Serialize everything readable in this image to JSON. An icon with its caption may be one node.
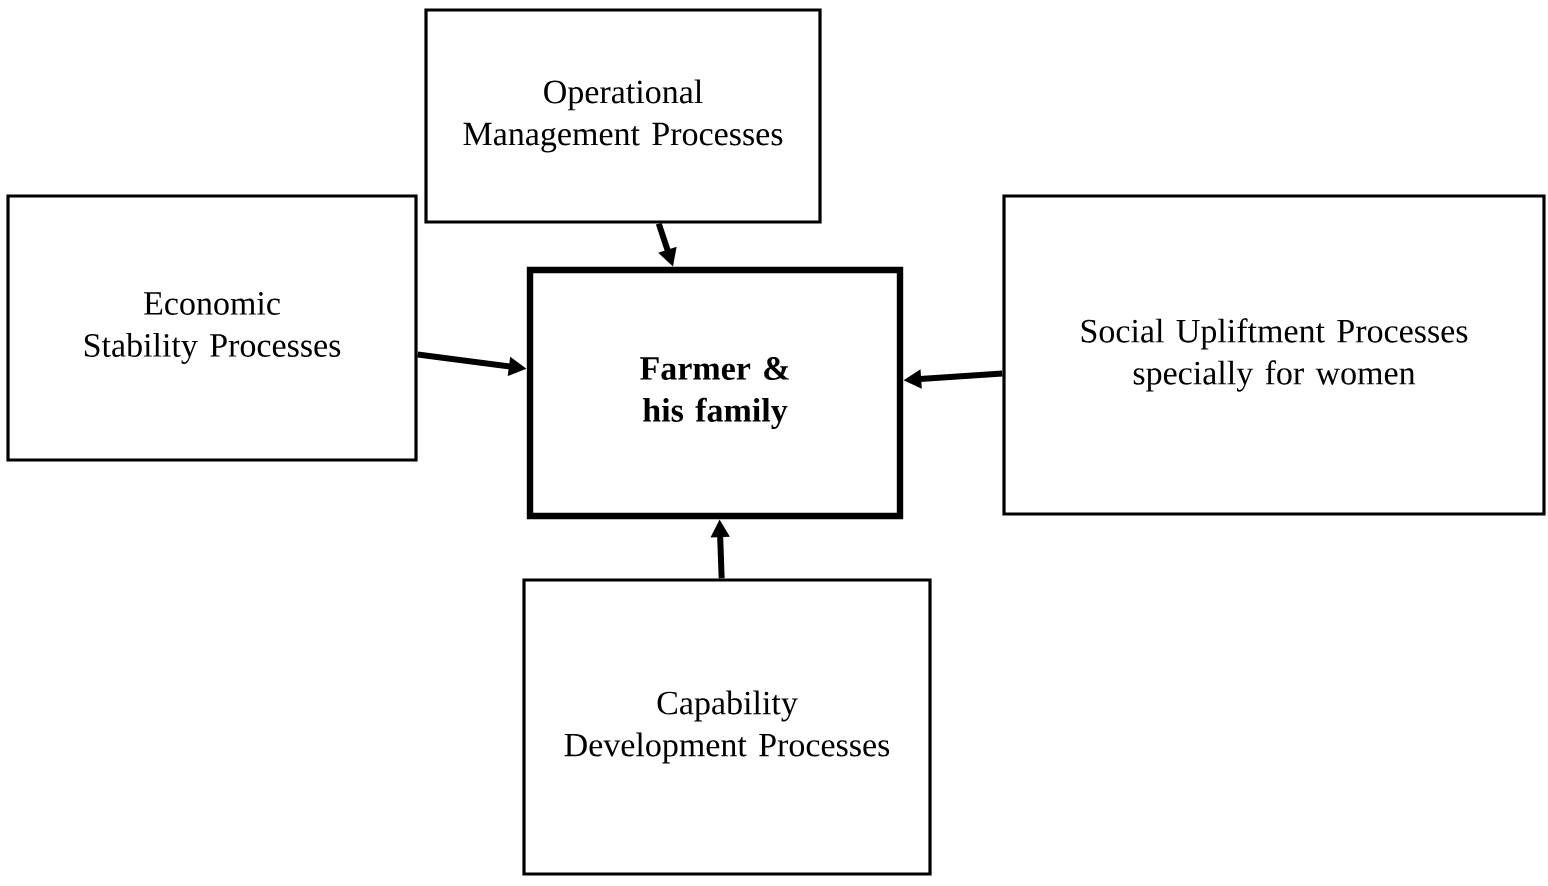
{
  "diagram": {
    "nodes": [
      {
        "text": [
          "Farmer & his family"
        ]
      },
      {
        "text": [
          "Operational Management Processes"
        ]
      },
      {
        "text": [
          "Economic Stability Processes"
        ]
      },
      {
        "text": [
          "Social Upliftment Processes specially for women"
        ]
      },
      {
        "text": [
          "Capability Development Processes"
        ]
      }
    ],
    "edges": [
      {
        "from": 1,
        "to": 0,
        "arrow": "to"
      },
      {
        "from": 2,
        "to": 0,
        "arrow": "to"
      },
      {
        "from": 3,
        "to": 0,
        "arrow": "to"
      },
      {
        "from": 4,
        "to": 0,
        "arrow": "to"
      }
    ]
  }
}
